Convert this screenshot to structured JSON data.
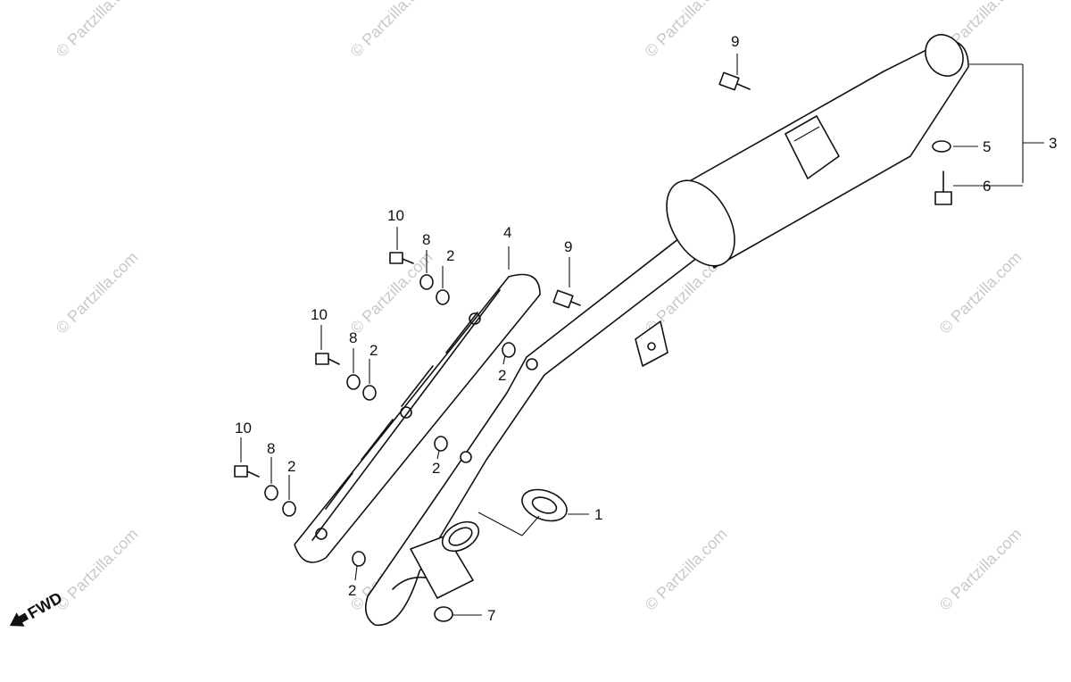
{
  "watermark": {
    "text": "© Partzilla.com"
  },
  "direction_label": {
    "text": "FWD"
  },
  "callouts": [
    {
      "id": "c9a",
      "text": "9"
    },
    {
      "id": "c3",
      "text": "3"
    },
    {
      "id": "c5",
      "text": "5"
    },
    {
      "id": "c6",
      "text": "6"
    },
    {
      "id": "c10a",
      "text": "10"
    },
    {
      "id": "c8a",
      "text": "8"
    },
    {
      "id": "c2a",
      "text": "2"
    },
    {
      "id": "c4",
      "text": "4"
    },
    {
      "id": "c9b",
      "text": "9"
    },
    {
      "id": "c10b",
      "text": "10"
    },
    {
      "id": "c8b",
      "text": "8"
    },
    {
      "id": "c2b",
      "text": "2"
    },
    {
      "id": "c2c",
      "text": "2"
    },
    {
      "id": "c10c",
      "text": "10"
    },
    {
      "id": "c8c",
      "text": "8"
    },
    {
      "id": "c2d",
      "text": "2"
    },
    {
      "id": "c2e",
      "text": "2"
    },
    {
      "id": "c1",
      "text": "1"
    },
    {
      "id": "c2f",
      "text": "2"
    },
    {
      "id": "c7",
      "text": "7"
    }
  ]
}
